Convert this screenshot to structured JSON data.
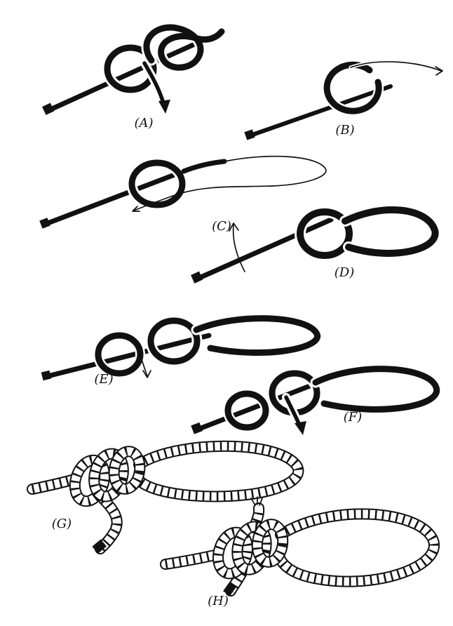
{
  "figure": {
    "background_color": "#ffffff",
    "ink_color": "#111111",
    "panels": [
      {
        "id": "A",
        "label": "(A)"
      },
      {
        "id": "B",
        "label": "(B)"
      },
      {
        "id": "C",
        "label": "(C)"
      },
      {
        "id": "D",
        "label": "(D)"
      },
      {
        "id": "E",
        "label": "(E)"
      },
      {
        "id": "F",
        "label": "(F)"
      },
      {
        "id": "G",
        "label": "(G)"
      },
      {
        "id": "H",
        "label": "(H)"
      }
    ]
  }
}
